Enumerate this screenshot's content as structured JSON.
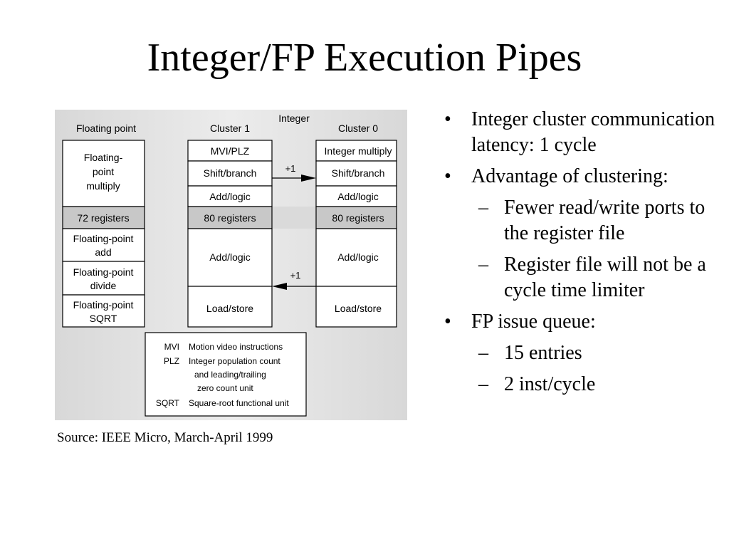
{
  "title": "Integer/FP Execution Pipes",
  "figure": {
    "header_integer": "Integer",
    "fp": {
      "header": "Floating point",
      "multiply": [
        "Floating-",
        "point",
        "multiply"
      ],
      "registers": "72 registers",
      "add": [
        "Floating-point",
        "add"
      ],
      "divide": [
        "Floating-point",
        "divide"
      ],
      "sqrt": [
        "Floating-point",
        "SQRT"
      ]
    },
    "cluster1": {
      "header": "Cluster 1",
      "mvi": "MVI/PLZ",
      "shift": "Shift/branch",
      "addlogic_top": "Add/logic",
      "registers": "80 registers",
      "addlogic_bottom": "Add/logic",
      "loadstore": "Load/store"
    },
    "cluster0": {
      "header": "Cluster 0",
      "intmul": "Integer multiply",
      "shift": "Shift/branch",
      "addlogic_top": "Add/logic",
      "registers": "80 registers",
      "addlogic_bottom": "Add/logic",
      "loadstore": "Load/store"
    },
    "arrow_top_label": "+1",
    "arrow_bottom_label": "+1",
    "legend": {
      "rows": [
        {
          "abbr": "MVI",
          "desc": "Motion video instructions"
        },
        {
          "abbr": "PLZ",
          "desc": "Integer population count"
        },
        {
          "abbr": "",
          "desc": "and leading/trailing"
        },
        {
          "abbr": "",
          "desc": "zero count unit"
        },
        {
          "abbr": "SQRT",
          "desc": "Square-root functional unit"
        }
      ]
    }
  },
  "source": "Source: IEEE Micro, March-April 1999",
  "bullets": [
    {
      "level": 1,
      "text": "Integer cluster communication latency: 1 cycle"
    },
    {
      "level": 1,
      "text": "Advantage of clustering:"
    },
    {
      "level": 2,
      "text": "Fewer read/write ports to the register file"
    },
    {
      "level": 2,
      "text": "Register file will not be a cycle time limiter"
    },
    {
      "level": 1,
      "text": "FP issue queue:"
    },
    {
      "level": 2,
      "text": "15 entries"
    },
    {
      "level": 2,
      "text": "2 inst/cycle"
    }
  ],
  "colors": {
    "figure_bg": "#e2e2e2",
    "register_fill": "#c8c8c8",
    "unit_fill": "#ffffff",
    "border": "#000000"
  }
}
